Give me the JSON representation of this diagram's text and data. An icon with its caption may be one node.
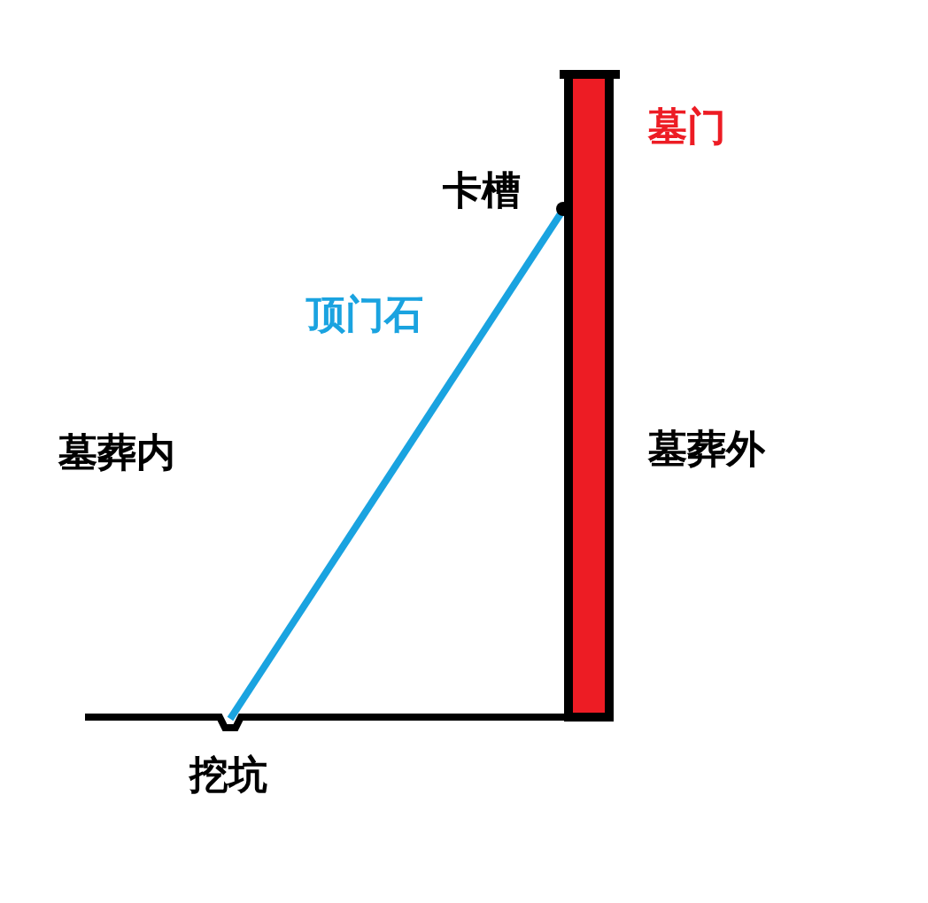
{
  "diagram": {
    "labels": [
      "墓门",
      "卡槽",
      "顶门石",
      "墓葬内",
      "墓葬外",
      "挖坑"
    ]
  }
}
